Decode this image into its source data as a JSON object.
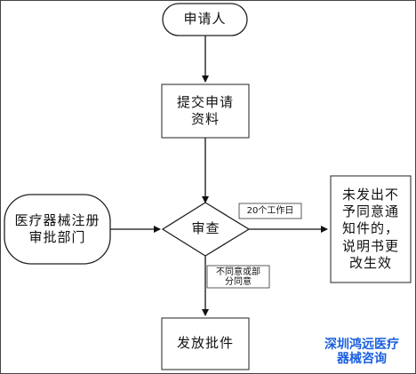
{
  "nodes": {
    "applicant": "申请人",
    "submit": "提交申请\n资料",
    "authority": "医疗器械注册\n审批部门",
    "review": "审查",
    "reject_notice": "未发出不\n予同意通\n知件的，\n说明书更\n改生效",
    "issue": "发放批件"
  },
  "edges": {
    "deadline_label": "20个工作日",
    "disagree_label": "不同意或部\n分同意"
  },
  "watermark": "深圳鸿远医疗\n器械咨询"
}
